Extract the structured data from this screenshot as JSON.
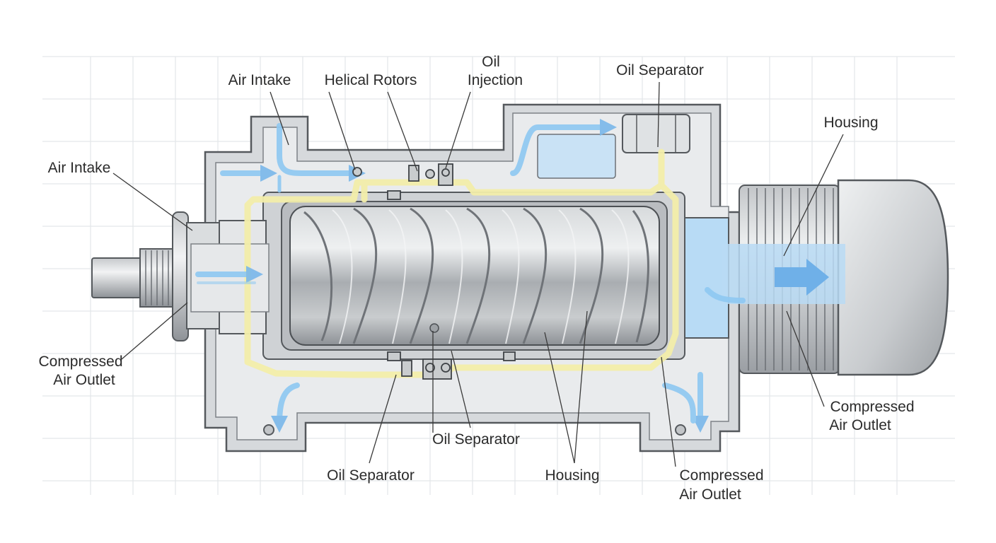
{
  "labels": {
    "air_intake_top": "Air Intake",
    "helical_rotors": "Helical Rotors",
    "oil_injection_1": "Oil",
    "oil_injection_2": "Injection",
    "oil_separator_top": "Oil Separator",
    "housing_right": "Housing",
    "air_intake_left": "Air Intake",
    "compressed_outlet_left_1": "Compressed",
    "compressed_outlet_left_2": "Air Outlet",
    "oil_separator_center": "Oil Separator",
    "oil_separator_bottom": "Oil Separator",
    "housing_bottom": "Housing",
    "compressed_outlet_bottom_1": "Compressed",
    "compressed_outlet_bottom_2": "Air Outlet",
    "compressed_outlet_right_1": "Compressed",
    "compressed_outlet_right_2": "Air Outlet"
  },
  "colors": {
    "air_flow": "#8ec8f2",
    "oil_flow": "#f4f0a8",
    "housing": "#d6d9dc",
    "casing_outline": "#55595d",
    "grid": "#e3e6e9",
    "leader": "#3a3a3a"
  }
}
